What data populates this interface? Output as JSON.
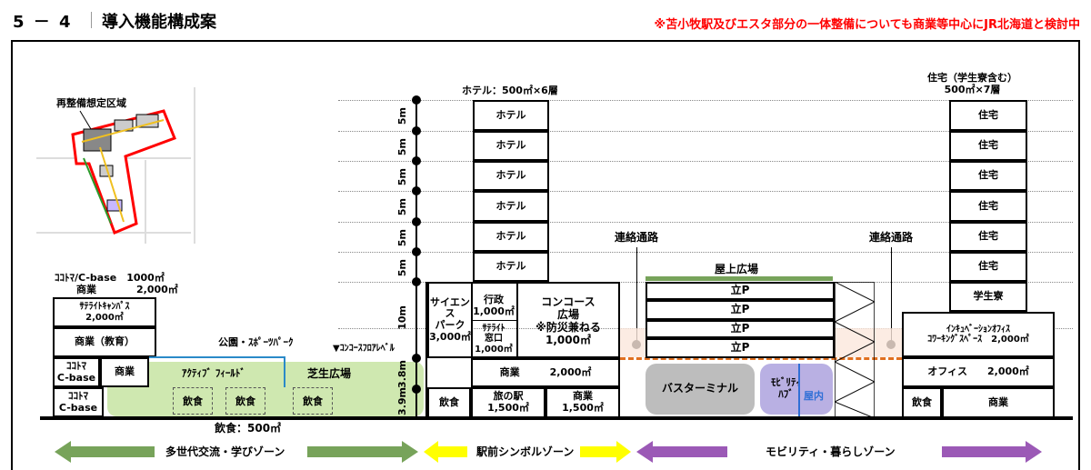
{
  "header": {
    "section_number": "5 － 4",
    "title": "導入機能構成案",
    "notice": "※苫小牧駅及びエスタ部分の一体整備についても商業等中心にJR北海道と検討中"
  },
  "inset_map": {
    "label": "再整備想定区域"
  },
  "west": {
    "top_note_line1": "ｺｺﾄﾏ/C-base　1000㎡",
    "top_note_line2": "商業　　　　2,000㎡",
    "satellite": "ｻﾃﾗｲﾄｷｬﾝﾊﾟｽ\n2,000㎡",
    "commerce_edu": "商業（教育）",
    "cocotoma_upper": "ｺｺﾄﾏ\nC-base",
    "commerce": "商業",
    "cocotoma_lower": "ｺｺﾄﾏ\nC-base",
    "park_label": "公園・ｽﾎﾟｰﾂﾊﾟｰｸ",
    "active_field": "ｱｸﾃｨﾌﾞ ﾌｨｰﾙﾄﾞ",
    "lawn_plaza": "芝生広場",
    "dining": [
      "飲食",
      "飲食",
      "飲食"
    ],
    "dining_total": "飲食：500㎡"
  },
  "concourse_level": "▼ｺﾝｺｰｽﾌﾛｱﾚﾍﾞﾙ",
  "heights": [
    "5m",
    "5m",
    "5m",
    "5m",
    "5m",
    "5m",
    "10m",
    "3.8m",
    "3.9m"
  ],
  "center": {
    "hotel_label": "ホテル：500㎡×6層",
    "hotel_floors": [
      "ホテル",
      "ホテル",
      "ホテル",
      "ホテル",
      "ホテル",
      "ホテル"
    ],
    "science_park": "サイエンス\nパーク\n3,000㎡",
    "admin": "行政\n1,000㎡",
    "satellite_window": "ｻﾃﾗｲﾄ\n窓口\n1,000㎡",
    "concourse": "コンコース\n広場\n※防災兼ねる\n1,000㎡",
    "commerce_2f": "商業　　　2,000㎡",
    "dining": "飲食",
    "travel_station": "旅の駅\n1,500㎡",
    "commerce_1f": "商業\n1,500㎡"
  },
  "east": {
    "link_left": "連絡通路",
    "link_right": "連絡通路",
    "rooftop": "屋上広場",
    "parking": [
      "立P",
      "立P",
      "立P",
      "立P"
    ],
    "bus_terminal": "バスターミナル",
    "mobility_hub": "ﾓﾋﾞﾘﾃｨ\nﾊﾌﾞ",
    "indoor": "屋内",
    "residence_label": "住宅（学生寮含む）\n500㎡×7層",
    "residence_floors": [
      "住宅",
      "住宅",
      "住宅",
      "住宅",
      "住宅",
      "住宅"
    ],
    "dorm": "学生寮",
    "innovation": "ｲﾝｷｭﾍﾞｰｼｮﾝｵﾌｨｽ\nｺﾜｰｷﾝｸﾞｽﾍﾟｰｽ　2,000㎡",
    "office": "オフィス　　2,000㎡",
    "dining": "飲食",
    "commerce": "商業"
  },
  "zones": {
    "west": "多世代交流・学びゾーン",
    "center": "駅前シンボルゾーン",
    "east": "モビリティ・暮らしゾーン"
  },
  "colors": {
    "notice_red": "#ff0000",
    "green_zone": "#77a35a",
    "yellow_zone": "#ffff00",
    "purple_zone": "#9b59b6",
    "park_green": "#cfe8b0",
    "bus_gray": "#bdbdbd",
    "mobility_purple": "#b9b0e3",
    "indoor_blue": "#2f6fd6"
  }
}
